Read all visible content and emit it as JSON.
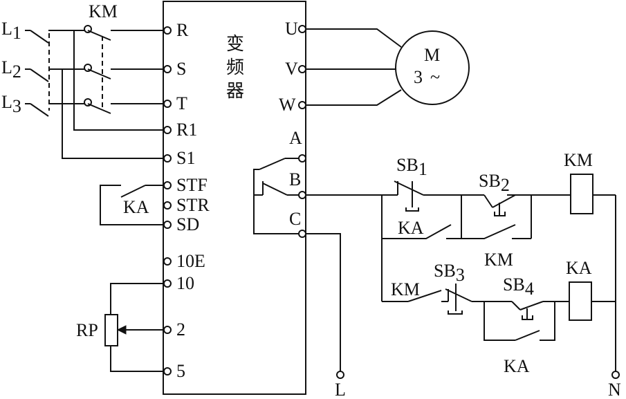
{
  "labels": {
    "L1": "L",
    "L1_sub": "1",
    "L2": "L",
    "L2_sub": "2",
    "L3": "L",
    "L3_sub": "3",
    "KM_main": "KM",
    "vfd_title_1": "变",
    "vfd_title_2": "频",
    "vfd_title_3": "器",
    "R": "R",
    "S": "S",
    "T": "T",
    "R1": "R1",
    "S1": "S1",
    "STF": "STF",
    "STR": "STR",
    "SD": "SD",
    "E10": "10E",
    "T10": "10",
    "T2": "2",
    "T5": "5",
    "U": "U",
    "V": "V",
    "W": "W",
    "A": "A",
    "B": "B",
    "C": "C",
    "motor_M": "M",
    "motor_3": "3",
    "motor_tilde": "~",
    "KA_left": "KA",
    "RP": "RP",
    "SB1": "SB",
    "SB1_sub": "1",
    "SB2": "SB",
    "SB2_sub": "2",
    "SB3": "SB",
    "SB3_sub": "3",
    "SB4": "SB",
    "SB4_sub": "4",
    "KA_mid": "KA",
    "KM_mid": "KM",
    "KM_left2": "KM",
    "KA_bottom": "KA",
    "KM_coil": "KM",
    "KA_coil": "KA",
    "L_term": "L",
    "N_term": "N"
  }
}
